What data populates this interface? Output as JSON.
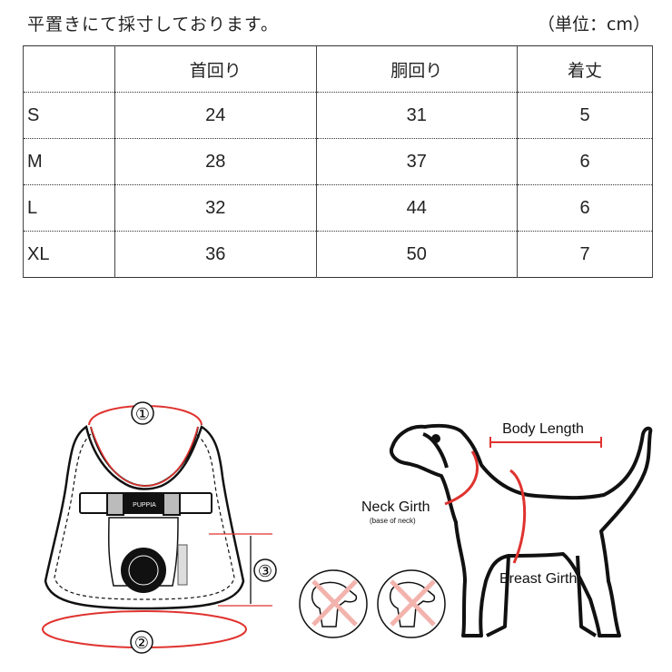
{
  "header": {
    "note": "平置きにて採寸しております。",
    "unit": "（単位：cm）"
  },
  "size_table": {
    "columns": [
      "",
      "首回り",
      "胴回り",
      "着丈"
    ],
    "rows": [
      {
        "size": "S",
        "neck": "24",
        "chest": "31",
        "length": "5"
      },
      {
        "size": "M",
        "neck": "28",
        "chest": "37",
        "length": "6"
      },
      {
        "size": "L",
        "neck": "32",
        "chest": "44",
        "length": "6"
      },
      {
        "size": "XL",
        "neck": "36",
        "chest": "50",
        "length": "7"
      }
    ]
  },
  "harness": {
    "marker_1": "①",
    "marker_2": "②",
    "marker_3": "③",
    "brand": "PUPPIA"
  },
  "dog": {
    "body_length": "Body Length",
    "neck_girth": "Neck Girth",
    "neck_girth_sub": "(base of neck)",
    "breast_girth": "Breast Girth"
  },
  "colors": {
    "measure_red": "#e0332f",
    "line": "#111111",
    "cross": "#f3b3ad"
  }
}
